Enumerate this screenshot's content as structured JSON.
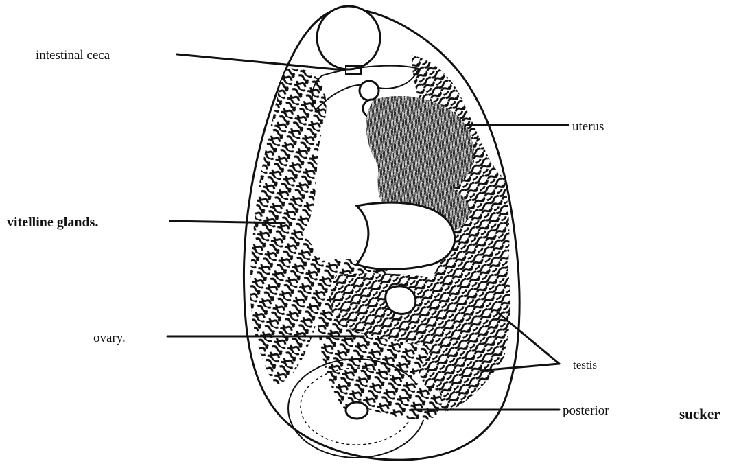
{
  "labels": {
    "intestinal_ceca": "intestinal ceca",
    "uterus": "uterus",
    "vitelline_glands": "vitelline glands.",
    "ovary": "ovary.",
    "testis": "testis",
    "posterior": "posterior",
    "sucker": "sucker"
  }
}
